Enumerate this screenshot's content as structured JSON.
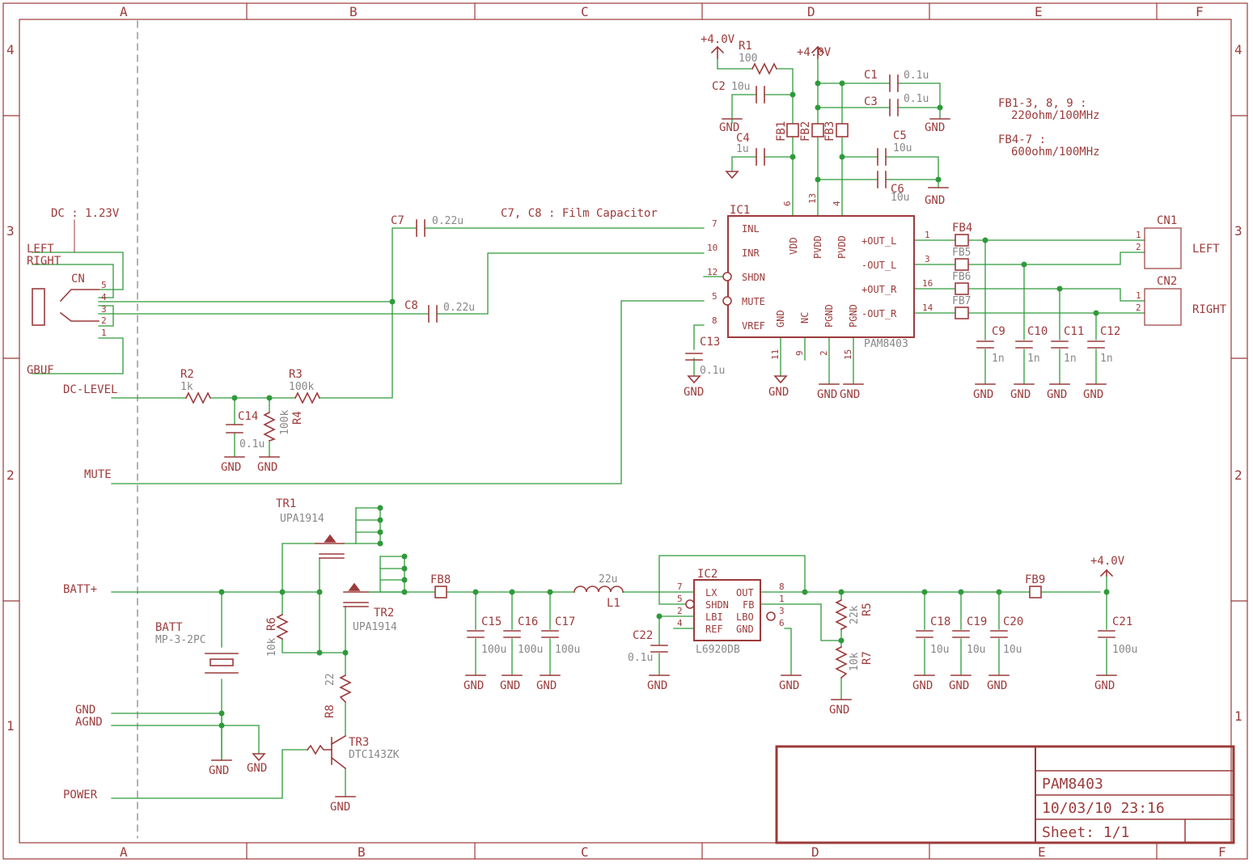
{
  "frame": {
    "columns": [
      "A",
      "B",
      "C",
      "D",
      "E",
      "F"
    ],
    "rows": [
      "4",
      "3",
      "2",
      "1"
    ]
  },
  "title_block": {
    "name": "PAM8403",
    "date": "10/03/10 23:16",
    "sheet": "Sheet: 1/1"
  },
  "notes": {
    "dc_note": "DC : 1.23V",
    "film_cap": "C7, C8 : Film Capacitor",
    "fb_note1": "FB1-3, 8, 9 :",
    "fb_note1b": "220ohm/100MHz",
    "fb_note2": "FB4-7 :",
    "fb_note2b": "600ohm/100MHz"
  },
  "nets": {
    "left": "LEFT",
    "right": "RIGHT",
    "gbuf": "GBUF",
    "dc_level": "DC-LEVEL",
    "mute": "MUTE",
    "batt": "BATT+",
    "gnd": "GND",
    "agnd": "AGND",
    "power": "POWER",
    "vcc": "+4.0V",
    "cn": "CN",
    "cn1": "CN1",
    "cn2": "CN2",
    "out_left": "LEFT",
    "out_right": "RIGHT"
  },
  "ic1": {
    "name": "IC1",
    "part": "PAM8403",
    "pins_left": [
      "INL",
      "INR",
      "SHDN",
      "MUTE",
      "VREF"
    ],
    "pins_left_num": [
      "7",
      "10",
      "12",
      "5",
      "8"
    ],
    "pins_top": [
      "VDD",
      "PVDD",
      "PVDD"
    ],
    "pins_top_num": [
      "6",
      "13",
      "4"
    ],
    "pins_right": [
      "+OUT_L",
      "-OUT_L",
      "+OUT_R",
      "-OUT_R"
    ],
    "pins_right_num": [
      "1",
      "3",
      "16",
      "14"
    ],
    "pins_bottom": [
      "GND",
      "NC",
      "PGND",
      "PGND"
    ],
    "pins_bottom_num": [
      "11",
      "9",
      "2",
      "15"
    ]
  },
  "ic2": {
    "name": "IC2",
    "part": "L6920DB",
    "pins_left": [
      "LX",
      "SHDN",
      "LBI",
      "REF"
    ],
    "pins_left_num": [
      "7",
      "5",
      "2",
      "4"
    ],
    "pins_right": [
      "OUT",
      "FB",
      "LBO",
      "GND"
    ],
    "pins_right_num": [
      "8",
      "1",
      "3",
      "6"
    ]
  },
  "components": {
    "r1": "R1",
    "r1v": "100",
    "r2": "R2",
    "r2v": "1k",
    "r3": "R3",
    "r3v": "100k",
    "r4": "R4",
    "r4v": "100k",
    "r5": "R5",
    "r5v": "22k",
    "r6": "R6",
    "r6v": "10k",
    "r7": "R7",
    "r7v": "10k",
    "r8": "R8",
    "r8v": "22",
    "c1": "C1",
    "c1v": "0.1u",
    "c2": "C2",
    "c2v": "10u",
    "c3": "C3",
    "c3v": "0.1u",
    "c4": "C4",
    "c4v": "1u",
    "c5": "C5",
    "c5v": "10u",
    "c6": "C6",
    "c6v": "10u",
    "c7": "C7",
    "c7v": "0.22u",
    "c8": "C8",
    "c8v": "0.22u",
    "c9": "C9",
    "c10": "C10",
    "c11": "C11",
    "c12": "C12",
    "c1n": "1n",
    "c13": "C13",
    "c13v": "0.1u",
    "c14": "C14",
    "c14v": "0.1u",
    "c15": "C15",
    "c16": "C16",
    "c17": "C17",
    "c100u": "100u",
    "c18": "C18",
    "c19": "C19",
    "c20": "C20",
    "c10u": "10u",
    "c21": "C21",
    "c21v": "100u",
    "c22": "C22",
    "c22v": "0.1u",
    "l1": "L1",
    "l1v": "22u",
    "fb1": "FB1",
    "fb2": "FB2",
    "fb3": "FB3",
    "fb4": "FB4",
    "fb5": "FB5",
    "fb6": "FB6",
    "fb7": "FB7",
    "fb8": "FB8",
    "fb9": "FB9",
    "tr1": "TR1",
    "tr1v": "UPA1914",
    "tr2": "TR2",
    "tr2v": "UPA1914",
    "tr3": "TR3",
    "tr3v": "DTC143ZK",
    "batt": "BATT",
    "battv": "MP-3-2PC"
  },
  "cn_pins": [
    "5",
    "4",
    "3",
    "2",
    "1"
  ],
  "conn_pins": [
    "1",
    "2"
  ]
}
